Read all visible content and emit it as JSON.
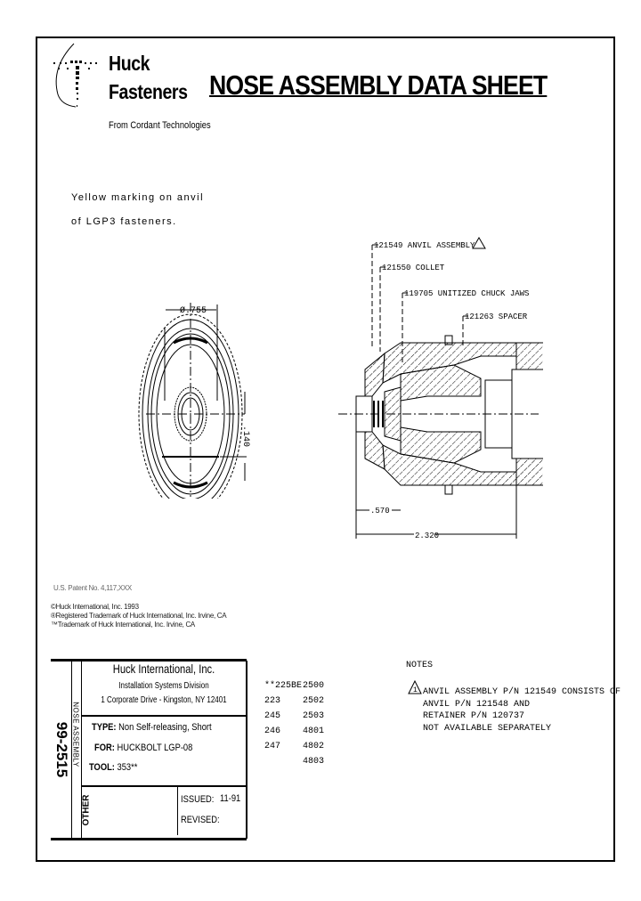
{
  "logo": {
    "line1": "Huck",
    "line2": "Fasteners",
    "tagline": "From Cordant Technologies"
  },
  "title": "NOSE ASSEMBLY DATA SHEET",
  "marking_note": {
    "line1": "Yellow marking on anvil",
    "line2": "of LGP3 fasteners."
  },
  "front_view": {
    "diameter_label": "Ø.755",
    "height_label": ".140"
  },
  "section_view": {
    "callouts": [
      {
        "text": "121549 ANVIL ASSEMBLY"
      },
      {
        "text": "121550 COLLET"
      },
      {
        "text": "119705 UNITIZED CHUCK JAWS"
      },
      {
        "text": "121263 SPACER"
      }
    ],
    "dim_short": ".570",
    "dim_long": "2.320"
  },
  "footnotes": {
    "patent": "U.S. Patent No. 4,117,XXX",
    "lines": [
      "©Huck International, Inc. 1993",
      "®Registered Trademark of Huck International, Inc. Irvine, CA",
      "™Trademark of Huck International, Inc. Irvine, CA"
    ]
  },
  "title_block": {
    "doc_number": "99-2515",
    "category": "NOSE ASSEMBLY",
    "company": "Huck International, Inc.",
    "division": "Installation Systems Division",
    "address": "1 Corporate Drive - Kingston, NY 12401",
    "type_label": "TYPE:",
    "type_value": "Non Self-releasing, Short",
    "for_label": "FOR:",
    "for_value": "HUCKBOLT LGP-08",
    "tool_label": "TOOL:",
    "tool_value": "353**",
    "other_label": "OTHER",
    "issued_label": "ISSUED:",
    "issued_value": "11-91",
    "revised_label": "REVISED:"
  },
  "tool_numbers": {
    "col1": [
      "**225BE",
      "223",
      "245",
      "246",
      "247"
    ],
    "col2": [
      "2500",
      "2502",
      "2503",
      "4801",
      "4802",
      "4803"
    ]
  },
  "notes": {
    "heading": "NOTES",
    "lines": [
      "ANVIL ASSEMBLY P/N 121549 CONSISTS OF",
      "ANVIL P/N 121548 AND",
      "RETAINER P/N 120737",
      "NOT AVAILABLE SEPARATELY"
    ]
  }
}
